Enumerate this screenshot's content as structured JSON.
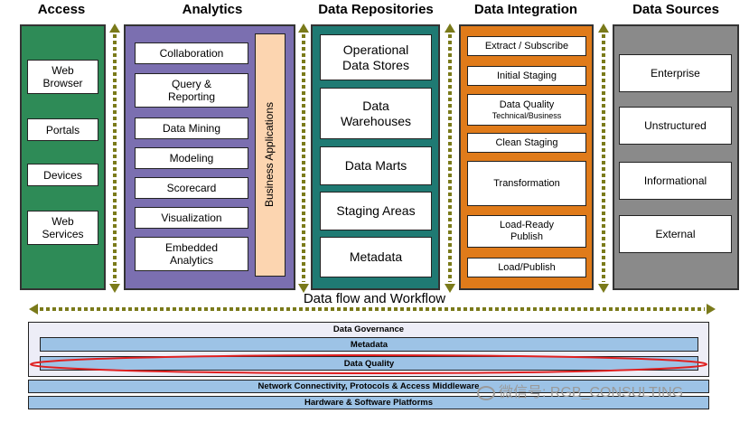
{
  "headers": {
    "access": "Access",
    "analytics": "Analytics",
    "repositories": "Data Repositories",
    "integration": "Data Integration",
    "sources": "Data Sources"
  },
  "access_items": [
    "Web\nBrowser",
    "Portals",
    "Devices",
    "Web\nServices"
  ],
  "analytics_items": [
    "Collaboration",
    "Query &\nReporting",
    "Data Mining",
    "Modeling",
    "Scorecard",
    "Visualization",
    "Embedded\nAnalytics"
  ],
  "business_apps": "Business Applications",
  "repository_items": [
    "Operational\nData Stores",
    "Data\nWarehouses",
    "Data Marts",
    "Staging Areas",
    "Metadata"
  ],
  "integration_items": [
    {
      "label": "Extract / Subscribe",
      "sub": ""
    },
    {
      "label": "Initial Staging",
      "sub": ""
    },
    {
      "label": "Data Quality",
      "sub": "Technical/Business"
    },
    {
      "label": "Clean Staging",
      "sub": ""
    },
    {
      "label": "Transformation",
      "sub": ""
    },
    {
      "label": "Load-Ready\nPublish",
      "sub": ""
    },
    {
      "label": "Load/Publish",
      "sub": ""
    }
  ],
  "source_items": [
    "Enterprise",
    "Unstructured",
    "Informational",
    "External"
  ],
  "flow_label": "Data flow and Workflow",
  "governance": {
    "title": "Data Governance",
    "metadata": "Metadata",
    "quality": "Data Quality",
    "network": "Network Connectivity, Protocols & Access Middleware",
    "hardware": "Hardware & Software Platforms"
  },
  "watermark": "微信号: RGB_CONSULTING",
  "colors": {
    "access": "#2e8b57",
    "analytics": "#7b6fb0",
    "repositories": "#1f7a73",
    "integration": "#e07b1a",
    "sources": "#8a8a8a",
    "business_apps": "#fcd5b0",
    "arrow": "#7a7a1a",
    "bar": "#9dc3e6",
    "governance_bg": "#ededf7",
    "quality_ring": "#e02020"
  }
}
